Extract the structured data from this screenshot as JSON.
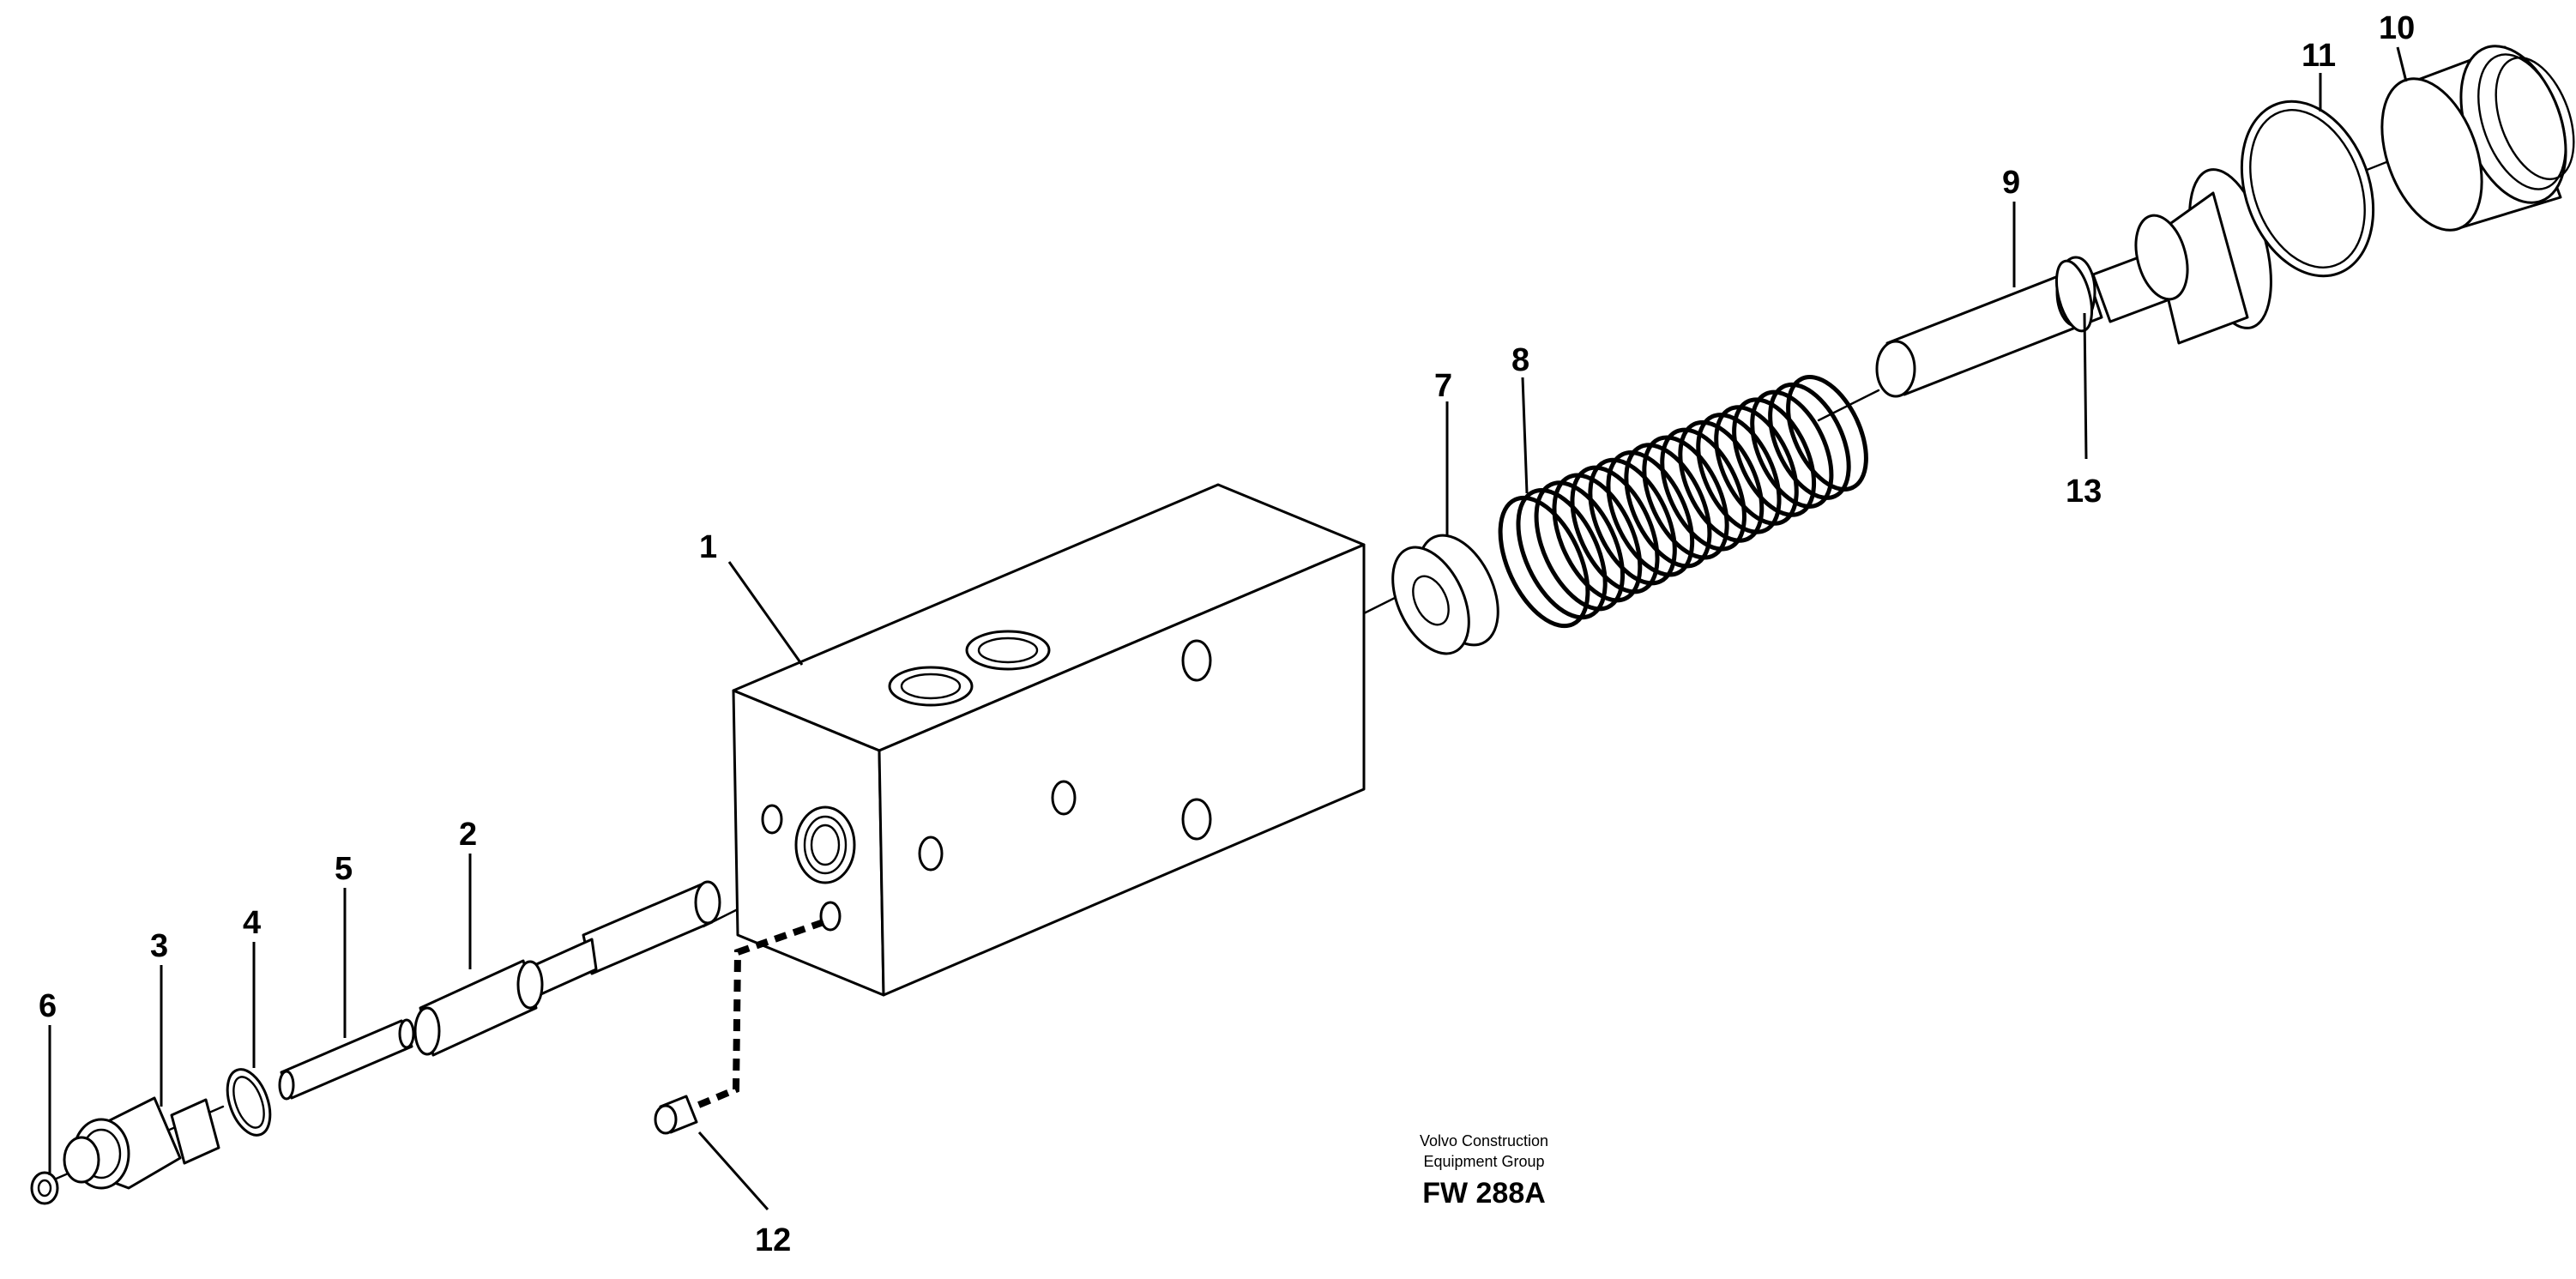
{
  "labels": {
    "p1": "1",
    "p2": "2",
    "p3": "3",
    "p4": "4",
    "p5": "5",
    "p6": "6",
    "p7": "7",
    "p8": "8",
    "p9": "9",
    "p10": "10",
    "p11": "11",
    "p12": "12",
    "p13": "13"
  },
  "footer": {
    "line1": "Volvo Construction",
    "line2": "Equipment Group",
    "code": "FW 288A"
  }
}
